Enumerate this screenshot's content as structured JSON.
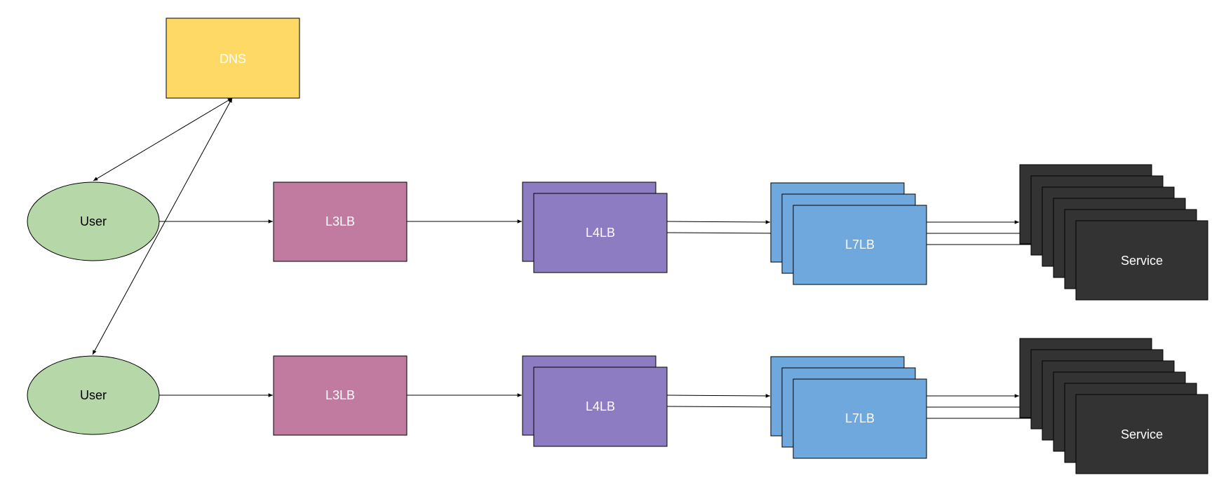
{
  "dns": {
    "label": "DNS"
  },
  "rows": [
    {
      "user": "User",
      "l3": "L3LB",
      "l4": "L4LB",
      "l7": "L7LB",
      "service": "Service"
    },
    {
      "user": "User",
      "l3": "L3LB",
      "l4": "L4LB",
      "l7": "L7LB",
      "service": "Service"
    }
  ],
  "colors": {
    "dns": "#ffd966",
    "user": "#b6d7a8",
    "l3": "#c27ba0",
    "l4": "#8e7cc3",
    "l7": "#6fa8dc",
    "service": "#333333",
    "label_light": "#ffffff",
    "label_dark": "#000000",
    "stroke": "#000000"
  }
}
